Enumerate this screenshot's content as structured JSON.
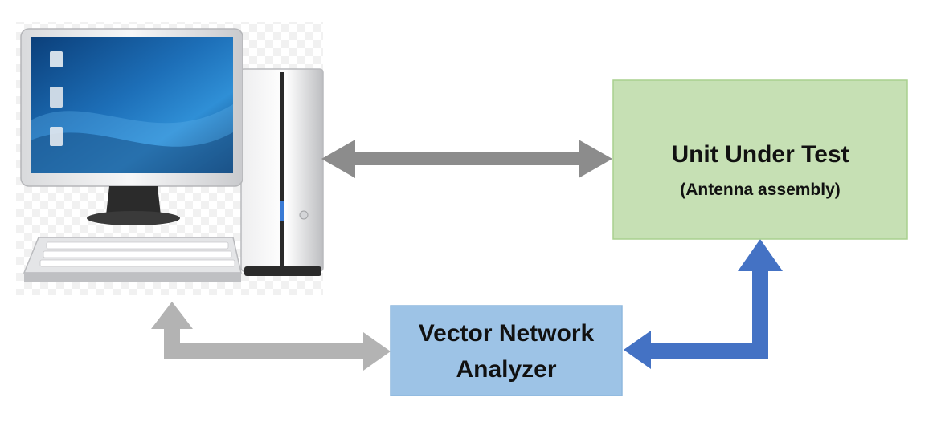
{
  "uut": {
    "title": "Unit Under Test",
    "subtitle": "(Antenna assembly)"
  },
  "vna": {
    "line1": "Vector Network",
    "line2": "Analyzer"
  },
  "colors": {
    "uut_fill": "#c6e0b4",
    "uut_border": "#a9d08e",
    "vna_fill": "#9dc3e6",
    "vna_border": "#8fb8de",
    "arrow_gray_dark": "#8c8c8c",
    "arrow_gray_light": "#b3b3b3",
    "arrow_blue": "#4472c4"
  },
  "icons": {
    "computer": "desktop-computer-icon"
  }
}
